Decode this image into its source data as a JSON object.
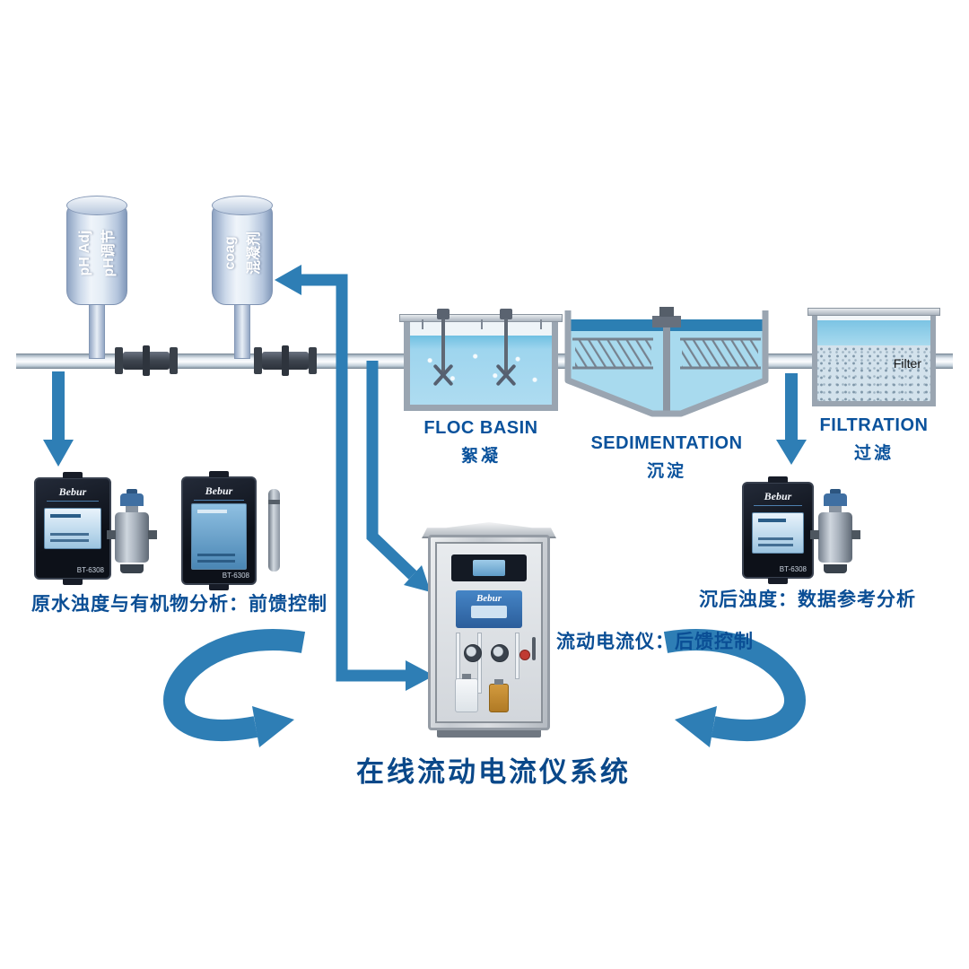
{
  "title": "在线流动电流仪系统",
  "tanks": {
    "ph": {
      "en": "pH Adj",
      "zh": "pH调节"
    },
    "coag": {
      "en": "coag",
      "zh": "混凝剂"
    }
  },
  "stages": {
    "floc": {
      "en": "FLOC BASIN",
      "zh": "絮凝"
    },
    "sed": {
      "en": "SEDIMENTATION",
      "zh": "沉淀"
    },
    "filt": {
      "en": "FILTRATION",
      "zh": "过滤"
    }
  },
  "filter_label": "Filter",
  "instruments": {
    "left": {
      "brand": "Bebur",
      "model": "BT-6308",
      "caption": "原水浊度与有机物分析：前馈控制"
    },
    "center": {
      "brand": "Bebur",
      "caption": "流动电流仪：后馈控制"
    },
    "right": {
      "brand": "Bebur",
      "model": "BT-6308",
      "caption": "沉后浊度：数据参考分析"
    }
  },
  "colors": {
    "flow_blue": "#2e7eb5",
    "label_blue": "#0a529c",
    "water": "#a8daee",
    "panel_dark": "#10141f"
  }
}
